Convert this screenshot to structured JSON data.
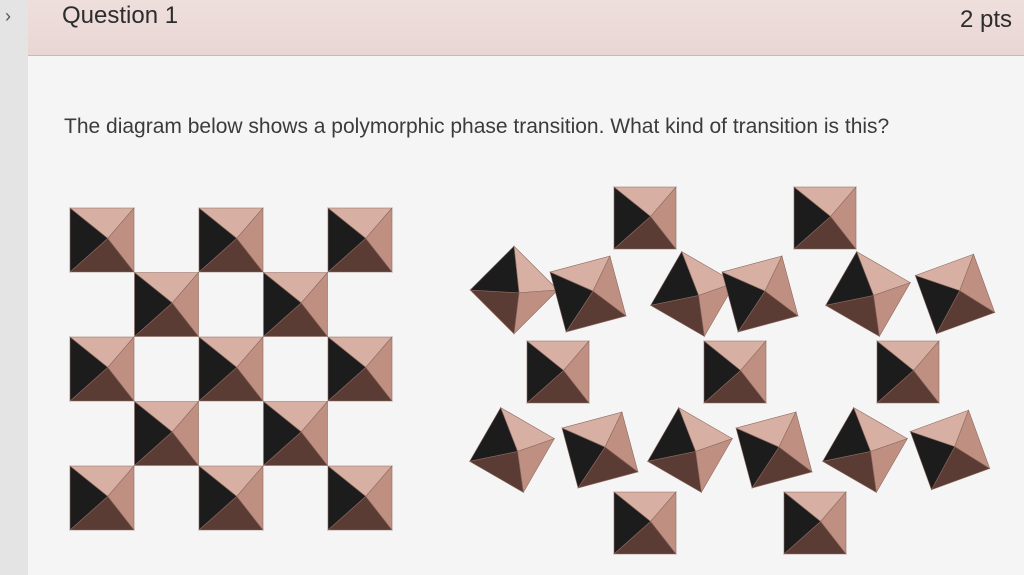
{
  "question": {
    "title": "Question 1",
    "points": "2 pts",
    "text": "The diagram below shows a polymorphic phase transition. What kind of transition is this?"
  },
  "colors": {
    "header_bg": "#ecdbd8",
    "tile_light": "#d7b0a3",
    "tile_mid": "#bf9082",
    "tile_shadow": "#5a3c34",
    "tile_dark": "#1c1c1c"
  },
  "diagram": {
    "left_structure": "square-checkerboard-octahedra",
    "right_structure": "hexagonal-ring-octahedra"
  }
}
